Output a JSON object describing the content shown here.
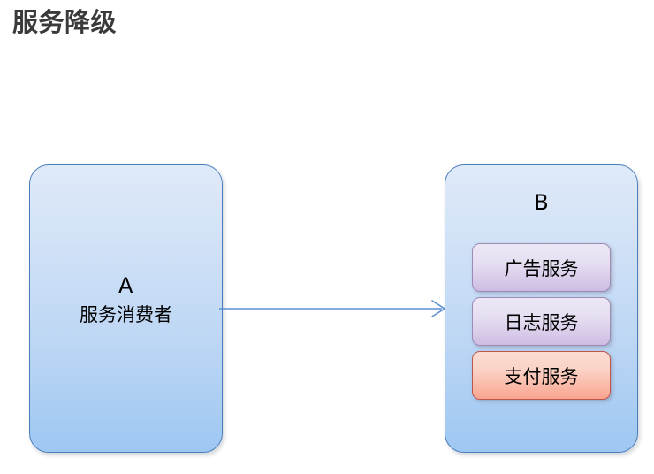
{
  "page": {
    "title": "服务降级",
    "background": "#ffffff"
  },
  "diagram": {
    "type": "flow-diagram",
    "nodes": [
      {
        "id": "a",
        "title": "A",
        "subtitle": "服务消费者",
        "fill_top": "#dfeaf9",
        "fill_bottom": "#9ec7f2",
        "border": "#4a7ebb"
      },
      {
        "id": "b",
        "title": "B",
        "fill_top": "#dfeaf9",
        "fill_bottom": "#9ec7f2",
        "border": "#4a7ebb",
        "services": [
          {
            "label": "广告服务",
            "state": "normal",
            "color": "#d7c9e8",
            "border": "#9d8ab5"
          },
          {
            "label": "日志服务",
            "state": "normal",
            "color": "#d7c9e8",
            "border": "#9d8ab5"
          },
          {
            "label": "支付服务",
            "state": "degraded",
            "color": "#f8a48d",
            "border": "#c0564a"
          }
        ]
      }
    ],
    "connector": {
      "from": "a",
      "to": "b",
      "direction": "right",
      "color": "#5b8fd0",
      "arrowhead": "open-chevron"
    }
  }
}
